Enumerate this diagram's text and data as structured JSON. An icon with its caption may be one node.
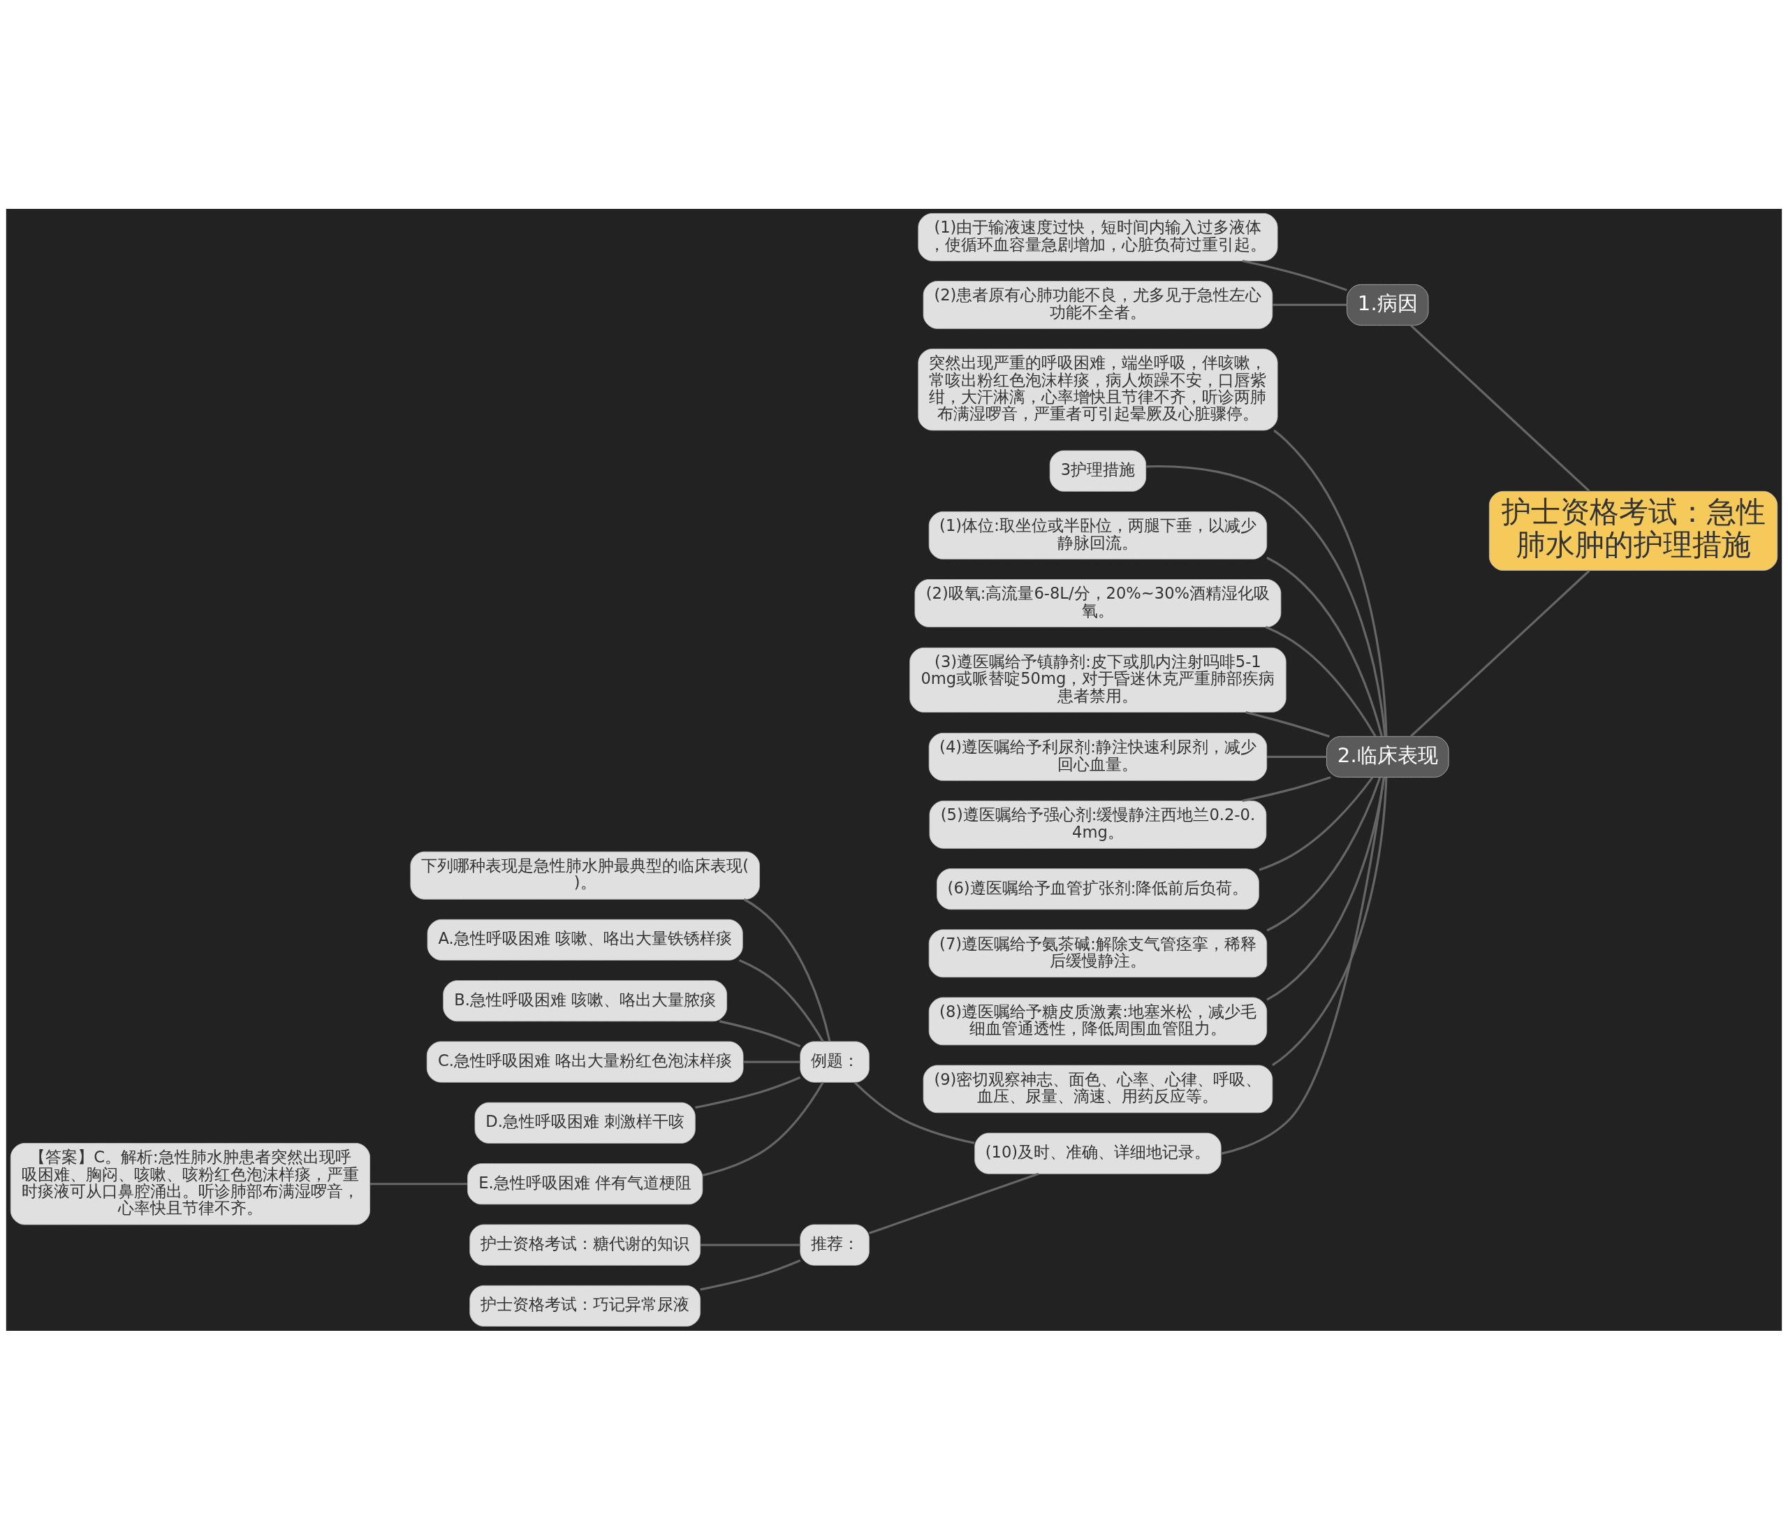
{
  "diagram": {
    "nodes": [
      {
        "text": [
          "护士资格考试：急性肺水肿的护理措施"
        ]
      },
      {
        "text": [
          "1.病因"
        ]
      },
      {
        "text": [
          "(1)由于输液速度过快，短时间内输入过多液体，使循环血容量急剧增加，心脏负荷过重引起。"
        ]
      },
      {
        "text": [
          "(2)患者原有心肺功能不良，尤多见于急性左心功能不全者。"
        ]
      },
      {
        "text": [
          "2.临床表现"
        ]
      },
      {
        "text": [
          "突然出现严重的呼吸困难，端坐呼吸，伴咳嗽，常咳出粉红色泡沫样痰，病人烦躁不安，口唇紫绀，大汗淋漓，心率增快且节律不齐，听诊两肺布满湿啰音，严重者可引起晕厥及心脏骤停。"
        ]
      },
      {
        "text": [
          "3护理措施"
        ]
      },
      {
        "text": [
          "(1)体位:取坐位或半卧位，两腿下垂，以减少静脉回流。"
        ]
      },
      {
        "text": [
          "(2)吸氧:高流量6-8L/分，20%~30%酒精湿化吸氧。"
        ]
      },
      {
        "text": [
          "(3)遵医嘱给予镇静剂:皮下或肌内注射吗啡5-10mg或哌替啶50mg，对于昏迷休克严重肺部疾病患者禁用。"
        ]
      },
      {
        "text": [
          "(4)遵医嘱给予利尿剂:静注快速利尿剂，减少回心血量。"
        ]
      },
      {
        "text": [
          "(5)遵医嘱给予强心剂:缓慢静注西地兰0.2-0.4mg。"
        ]
      },
      {
        "text": [
          "(6)遵医嘱给予血管扩张剂:降低前后负荷。"
        ]
      },
      {
        "text": [
          "(7)遵医嘱给予氨茶碱:解除支气管痉挛，稀释后缓慢静注。"
        ]
      },
      {
        "text": [
          "(8)遵医嘱给予糖皮质激素:地塞米松，减少毛细血管通透性，降低周围血管阻力。"
        ]
      },
      {
        "text": [
          "(9)密切观察神志、面色、心率、心律、呼吸、血压、尿量、滴速、用药反应等。"
        ]
      },
      {
        "text": [
          "(10)及时、准确、详细地记录。"
        ]
      },
      {
        "text": [
          "例题："
        ]
      },
      {
        "text": [
          "下列哪种表现是急性肺水肿最典型的临床表现( )。"
        ]
      },
      {
        "text": [
          "A.急性呼吸困难 咳嗽、咯出大量铁锈样痰"
        ]
      },
      {
        "text": [
          "B.急性呼吸困难 咳嗽、咯出大量脓痰"
        ]
      },
      {
        "text": [
          "C.急性呼吸困难 咯出大量粉红色泡沫样痰"
        ]
      },
      {
        "text": [
          "D.急性呼吸困难 刺激样干咳"
        ]
      },
      {
        "text": [
          "E.急性呼吸困难 伴有气道梗阻"
        ]
      },
      {
        "text": [
          "【答案】C。解析:急性肺水肿患者突然出现呼吸困难、胸闷、咳嗽、咳粉红色泡沫样痰，严重时痰液可从口鼻腔涌出。听诊肺部布满湿啰音，心率快且节律不齐。"
        ]
      },
      {
        "text": [
          "推荐："
        ]
      },
      {
        "text": [
          "护士资格考试：糖代谢的知识"
        ]
      },
      {
        "text": [
          "护士资格考试：巧记异常尿液"
        ]
      }
    ],
    "edges": [
      {
        "from": 0,
        "to": 1,
        "arrow": "none"
      },
      {
        "from": 1,
        "to": 2,
        "arrow": "none"
      },
      {
        "from": 1,
        "to": 3,
        "arrow": "none"
      },
      {
        "from": 0,
        "to": 4,
        "arrow": "none"
      },
      {
        "from": 4,
        "to": 5,
        "arrow": "none"
      },
      {
        "from": 4,
        "to": 6,
        "arrow": "none"
      },
      {
        "from": 4,
        "to": 7,
        "arrow": "none"
      },
      {
        "from": 4,
        "to": 8,
        "arrow": "none"
      },
      {
        "from": 4,
        "to": 9,
        "arrow": "none"
      },
      {
        "from": 4,
        "to": 10,
        "arrow": "none"
      },
      {
        "from": 4,
        "to": 11,
        "arrow": "none"
      },
      {
        "from": 4,
        "to": 12,
        "arrow": "none"
      },
      {
        "from": 4,
        "to": 13,
        "arrow": "none"
      },
      {
        "from": 4,
        "to": 14,
        "arrow": "none"
      },
      {
        "from": 4,
        "to": 15,
        "arrow": "none"
      },
      {
        "from": 4,
        "to": 16,
        "arrow": "none"
      },
      {
        "from": 16,
        "to": 17,
        "arrow": "none"
      },
      {
        "from": 17,
        "to": 18,
        "arrow": "none"
      },
      {
        "from": 17,
        "to": 19,
        "arrow": "none"
      },
      {
        "from": 17,
        "to": 20,
        "arrow": "none"
      },
      {
        "from": 17,
        "to": 21,
        "arrow": "none"
      },
      {
        "from": 17,
        "to": 22,
        "arrow": "none"
      },
      {
        "from": 17,
        "to": 23,
        "arrow": "none"
      },
      {
        "from": 23,
        "to": 24,
        "arrow": "none"
      },
      {
        "from": 16,
        "to": 25,
        "arrow": "none"
      },
      {
        "from": 25,
        "to": 26,
        "arrow": "none"
      },
      {
        "from": 25,
        "to": 27,
        "arrow": "none"
      }
    ]
  }
}
